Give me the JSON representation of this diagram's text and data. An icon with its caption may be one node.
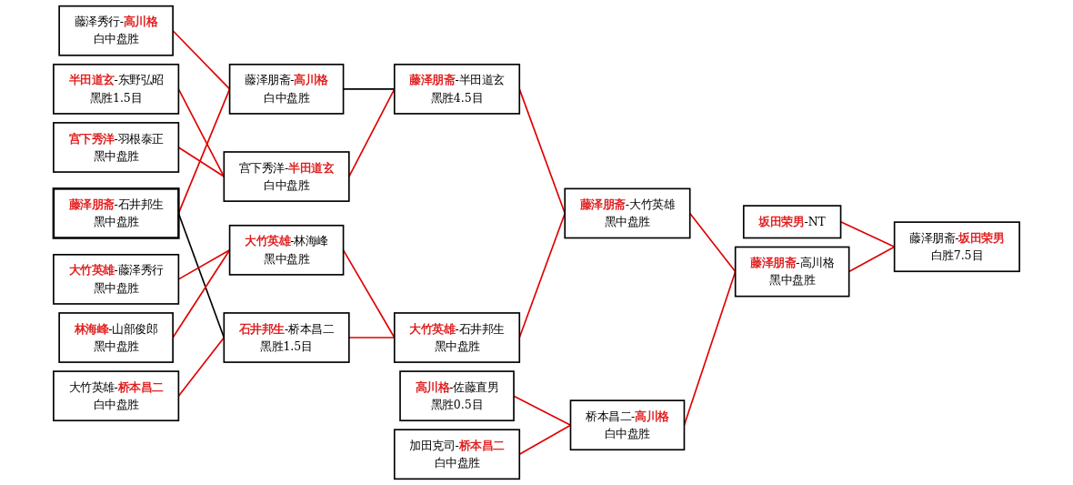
{
  "diagram": {
    "nodes": [
      {
        "text": [
          "藤泽秀行-**高川格**",
          "白中盘胜"
        ]
      },
      {
        "text": [
          "**藤泽朋斋**-石井邦生",
          "黑中盘胜"
        ]
      },
      {
        "text": [
          "**半田道玄**-东野弘昭",
          "黑胜1.5目"
        ]
      },
      {
        "text": [
          "**宫下秀洋**-羽根泰正",
          "黑中盘胜"
        ]
      },
      {
        "text": [
          "**大竹英雄**-藤泽秀行",
          "黑中盘胜"
        ]
      },
      {
        "text": [
          "**林海峰**-山部俊郎",
          "黑中盘胜"
        ]
      },
      {
        "text": [
          "大竹英雄-**桥本昌二**",
          "白中盘胜"
        ]
      },
      {
        "text": [
          "藤泽朋斋-**高川格**",
          "白中盘胜"
        ]
      },
      {
        "text": [
          "宫下秀洋-**半田道玄**",
          "白中盘胜"
        ]
      },
      {
        "text": [
          "**大竹英雄**-林海峰",
          "黑中盘胜"
        ]
      },
      {
        "text": [
          "**石井邦生**-桥本昌二",
          "黑胜1.5目"
        ]
      },
      {
        "text": [
          "**藤泽朋斋**-半田道玄",
          "黑胜4.5目"
        ]
      },
      {
        "text": [
          "**大竹英雄**-石井邦生",
          "黑中盘胜"
        ]
      },
      {
        "text": [
          "**高川格**-佐藤直男",
          "黑胜0.5目"
        ]
      },
      {
        "text": [
          "加田克司-**桥本昌二**",
          "白中盘胜"
        ]
      },
      {
        "text": [
          "**藤泽朋斋**-大竹英雄",
          "黑中盘胜"
        ]
      },
      {
        "text": [
          "桥本昌二-**高川格**",
          "白中盘胜"
        ]
      },
      {
        "text": [
          "**坂田荣男**-NT"
        ]
      },
      {
        "text": [
          "**藤泽朋斋**-高川格",
          "黑中盘胜"
        ]
      },
      {
        "text": [
          "藤泽朋斋-**坂田荣男**",
          "白胜7.5目"
        ]
      }
    ],
    "edges": [
      {
        "from": 0,
        "to": 7,
        "arrow": "none"
      },
      {
        "from": 1,
        "to": 7,
        "arrow": "none"
      },
      {
        "from": 1,
        "to": 10,
        "arrow": "none",
        "color": "#000000"
      },
      {
        "from": 2,
        "to": 8,
        "arrow": "none"
      },
      {
        "from": 3,
        "to": 8,
        "arrow": "none"
      },
      {
        "from": 4,
        "to": 9,
        "arrow": "none"
      },
      {
        "from": 5,
        "to": 9,
        "arrow": "none"
      },
      {
        "from": 6,
        "to": 10,
        "arrow": "none"
      },
      {
        "from": 7,
        "to": 11,
        "arrow": "none",
        "color": "#000000"
      },
      {
        "from": 8,
        "to": 11,
        "arrow": "none"
      },
      {
        "from": 9,
        "to": 12,
        "arrow": "none"
      },
      {
        "from": 10,
        "to": 12,
        "arrow": "none"
      },
      {
        "from": 11,
        "to": 15,
        "arrow": "none"
      },
      {
        "from": 12,
        "to": 15,
        "arrow": "none"
      },
      {
        "from": 13,
        "to": 16,
        "arrow": "none"
      },
      {
        "from": 14,
        "to": 16,
        "arrow": "none"
      },
      {
        "from": 15,
        "to": 18,
        "arrow": "none"
      },
      {
        "from": 16,
        "to": 18,
        "arrow": "none"
      },
      {
        "from": 17,
        "to": 19,
        "arrow": "none"
      },
      {
        "from": 18,
        "to": 19,
        "arrow": "none"
      }
    ]
  }
}
